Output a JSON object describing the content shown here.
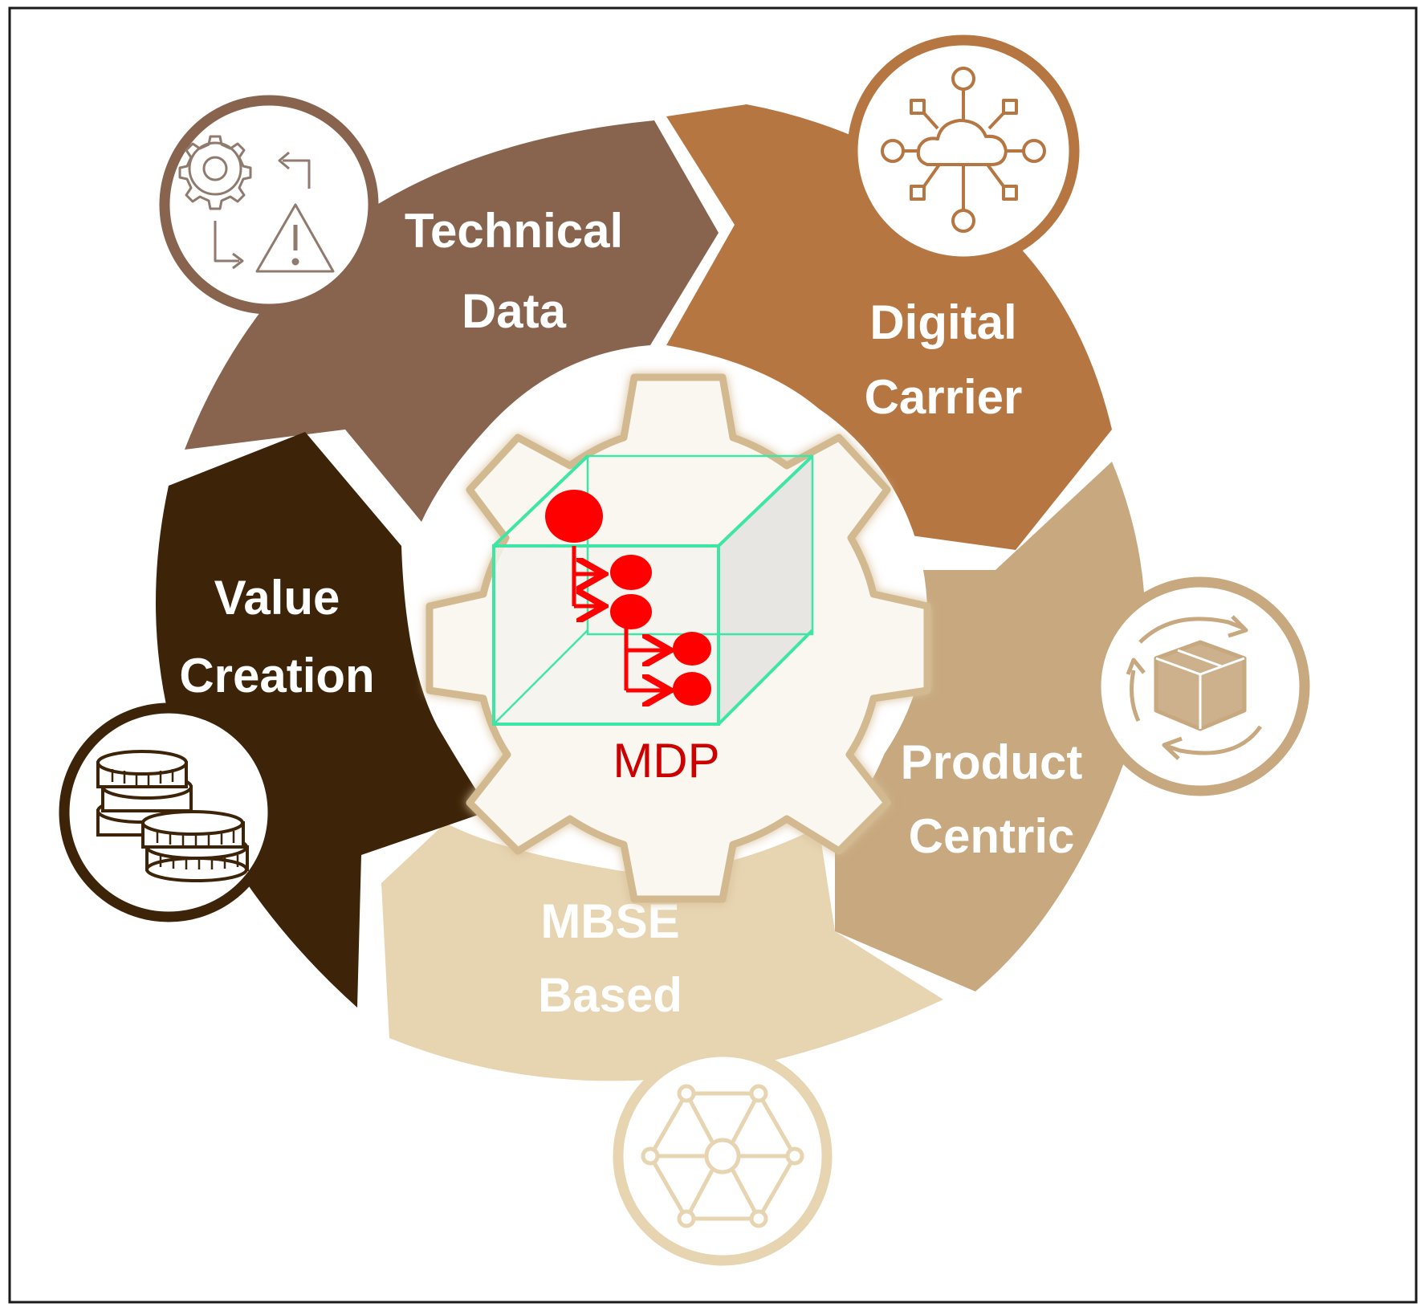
{
  "center": {
    "label": "MDP",
    "colors": {
      "cube_edge": "#3ee6a6",
      "flow": "#ff0000",
      "label": "#cc0000",
      "gear": "#d3b98f"
    }
  },
  "segments": [
    {
      "label_line1": "Technical",
      "label_line2": "Data",
      "color": "#88644f",
      "icon": "gear-warning-process-icon"
    },
    {
      "label_line1": "Digital",
      "label_line2": "Carrier",
      "color": "#b57642",
      "icon": "cloud-network-icon"
    },
    {
      "label_line1": "Product",
      "label_line2": "Centric",
      "color": "#c7a87f",
      "icon": "box-recycle-icon"
    },
    {
      "label_line1": "MBSE",
      "label_line2": "Based",
      "color": "#e7d4b1",
      "icon": "network-hexagon-icon"
    },
    {
      "label_line1": "Value",
      "label_line2": "Creation",
      "color": "#3d2408",
      "icon": "coins-stack-icon"
    }
  ]
}
